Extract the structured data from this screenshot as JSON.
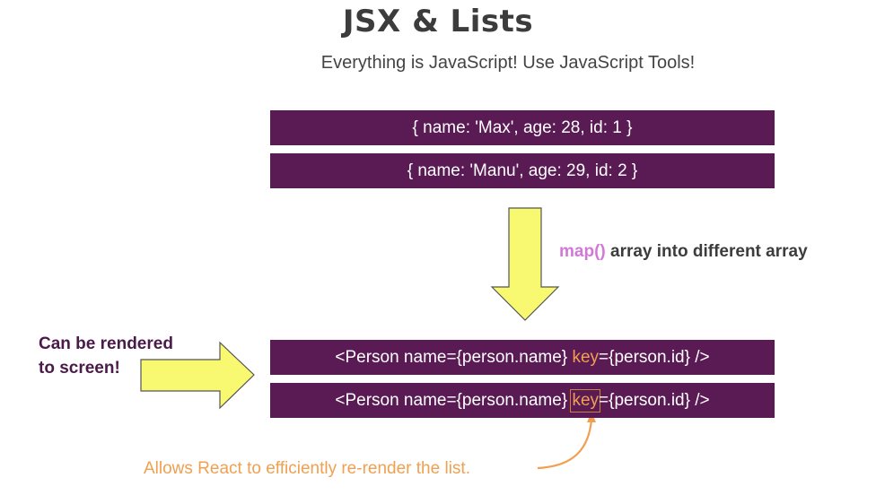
{
  "title": "JSX & Lists",
  "subtitle": "Everything is JavaScript! Use JavaScript Tools!",
  "input_items": [
    "{ name: 'Max', age: 28, id: 1 }",
    "{ name: 'Manu', age: 29, id: 2 }"
  ],
  "map_label": {
    "fn": "map()",
    "rest": " array into different array"
  },
  "output_items": [
    {
      "before": "<Person name={person.name} ",
      "key": "key",
      "after": "={person.id} />"
    },
    {
      "before": "<Person name={person.name} ",
      "key": "key",
      "after": "={person.id} />"
    }
  ],
  "render_label": {
    "line1": "Can be rendered",
    "line2": "to screen!"
  },
  "key_note": "Allows React to efficiently re-render the list.",
  "colors": {
    "bar": "#5a1a54",
    "arrow_fill": "#f9f871",
    "accent_orange": "#f0a050",
    "map_fn": "#d279d6"
  }
}
